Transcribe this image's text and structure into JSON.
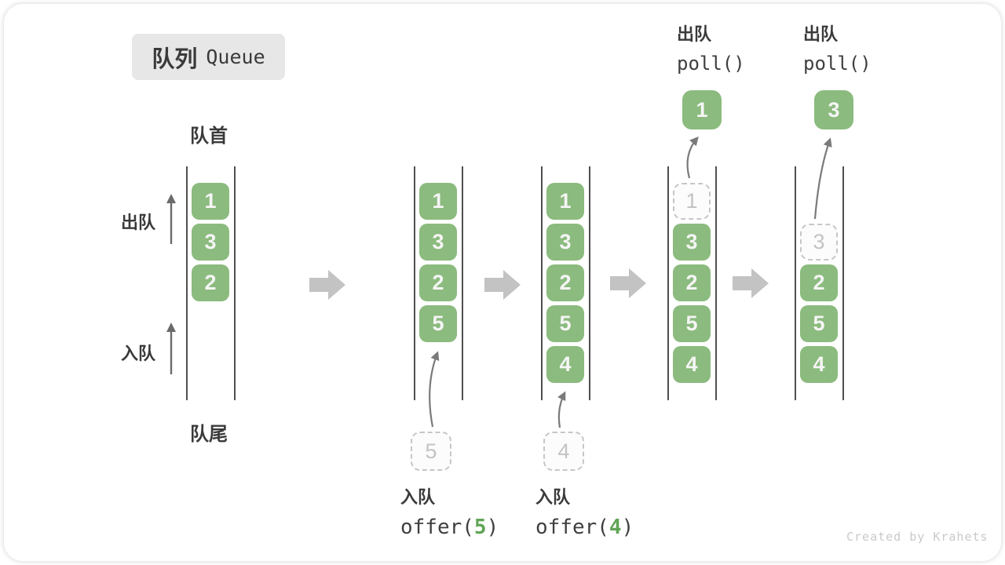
{
  "title": {
    "zh": "队列",
    "en": "Queue"
  },
  "labels": {
    "front": "队首",
    "rear": "队尾",
    "dequeue": "出队",
    "enqueue": "入队"
  },
  "watermark": "Created by Krahets",
  "colors": {
    "green": "#8bbb7e",
    "green_digit": "#f5f5f5",
    "code_green": "#60a456",
    "ink": "#3a3a3a",
    "code_ink": "#3f3f3f",
    "wall": "#4f4f4f",
    "block_arrow": "#c3c3c3",
    "dashed_border": "#c6c6c6",
    "dashed_fill": "#fcfcfc",
    "dashed_text": "#c3c3c3",
    "arrow": "#7a7a7a",
    "title_bg": "#e7e7e7",
    "watermark_ink": "#c9c9c9"
  },
  "states": [
    {
      "cells": [
        {
          "v": "1",
          "style": "solid"
        },
        {
          "v": "3",
          "style": "solid"
        },
        {
          "v": "2",
          "style": "solid"
        }
      ]
    },
    {
      "cells": [
        {
          "v": "1",
          "style": "solid"
        },
        {
          "v": "3",
          "style": "solid"
        },
        {
          "v": "2",
          "style": "solid"
        },
        {
          "v": "5",
          "style": "solid"
        }
      ],
      "pending": "5",
      "op_bottom": {
        "zh": "入队",
        "pre": "offer(",
        "num": "5",
        "post": ")"
      }
    },
    {
      "cells": [
        {
          "v": "1",
          "style": "solid"
        },
        {
          "v": "3",
          "style": "solid"
        },
        {
          "v": "2",
          "style": "solid"
        },
        {
          "v": "5",
          "style": "solid"
        },
        {
          "v": "4",
          "style": "solid"
        }
      ],
      "pending": "4",
      "op_bottom": {
        "zh": "入队",
        "pre": "offer(",
        "num": "4",
        "post": ")"
      }
    },
    {
      "cells": [
        {
          "v": "1",
          "style": "dashed"
        },
        {
          "v": "3",
          "style": "solid"
        },
        {
          "v": "2",
          "style": "solid"
        },
        {
          "v": "5",
          "style": "solid"
        },
        {
          "v": "4",
          "style": "solid"
        }
      ],
      "polled": "1",
      "op_top": {
        "zh": "出队",
        "code": "poll()"
      }
    },
    {
      "cells": [
        {
          "v": "",
          "style": "empty"
        },
        {
          "v": "3",
          "style": "dashed"
        },
        {
          "v": "2",
          "style": "solid"
        },
        {
          "v": "5",
          "style": "solid"
        },
        {
          "v": "4",
          "style": "solid"
        }
      ],
      "polled": "3",
      "op_top": {
        "zh": "出队",
        "code": "poll()"
      }
    }
  ]
}
